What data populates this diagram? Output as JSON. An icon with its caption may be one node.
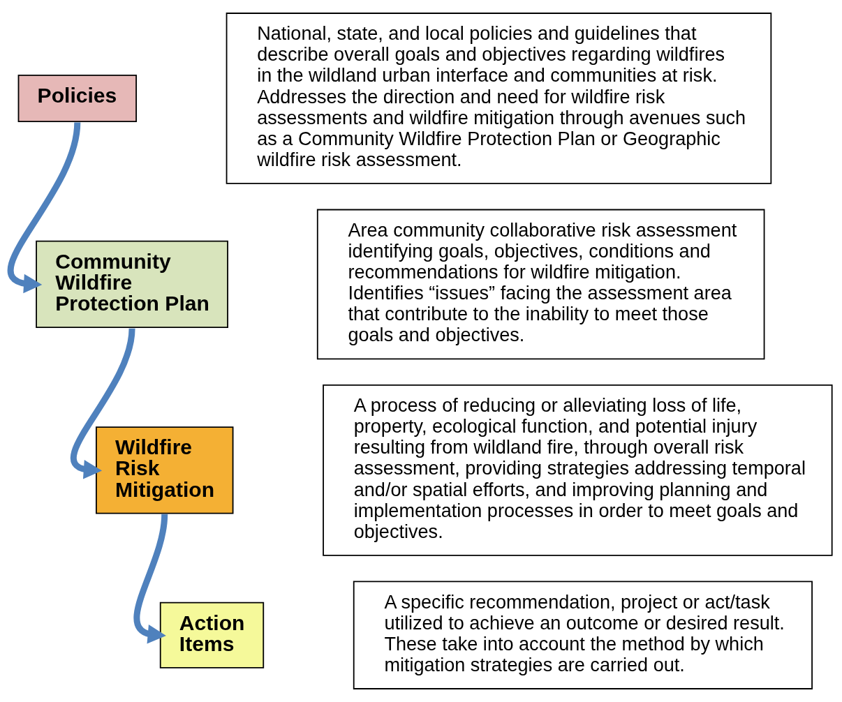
{
  "diagram": {
    "nodes": [
      {
        "text": [
          "Policies"
        ]
      },
      {
        "text": [
          "National, state, and local policies and guidelines that describe overall goals and objectives regarding wildfires in the wildland urban interface and communities at risk. Addresses the direction and need for wildfire risk assessments and wildfire mitigation through avenues such as a Community Wildfire Protection Plan or Geographic wildfire risk assessment."
        ]
      },
      {
        "text": [
          "Community Wildfire Protection Plan"
        ]
      },
      {
        "text": [
          "Area community collaborative risk assessment identifying goals, objectives, conditions and recommendations for wildfire mitigation. Identifies “issues” facing the assessment area that contribute to the inability to meet those goals and objectives."
        ]
      },
      {
        "text": [
          "Wildfire Risk Mitigation"
        ]
      },
      {
        "text": [
          "A process of reducing or alleviating loss of life, property, ecological function, and potential injury resulting from wildland fire, through overall risk assessment, providing strategies addressing temporal and/or spatial efforts, and improving planning and implementation processes in order to meet goals and objectives."
        ]
      },
      {
        "text": [
          "Action Items"
        ]
      },
      {
        "text": [
          "A specific recommendation, project or act/task utilized to achieve an outcome or desired result. These take into account the method by which mitigation strategies are carried out."
        ]
      }
    ],
    "edges": [
      {
        "from": 0,
        "to": 2,
        "arrow": "to"
      },
      {
        "from": 2,
        "to": 4,
        "arrow": "to"
      },
      {
        "from": 4,
        "to": 6,
        "arrow": "to"
      }
    ]
  }
}
